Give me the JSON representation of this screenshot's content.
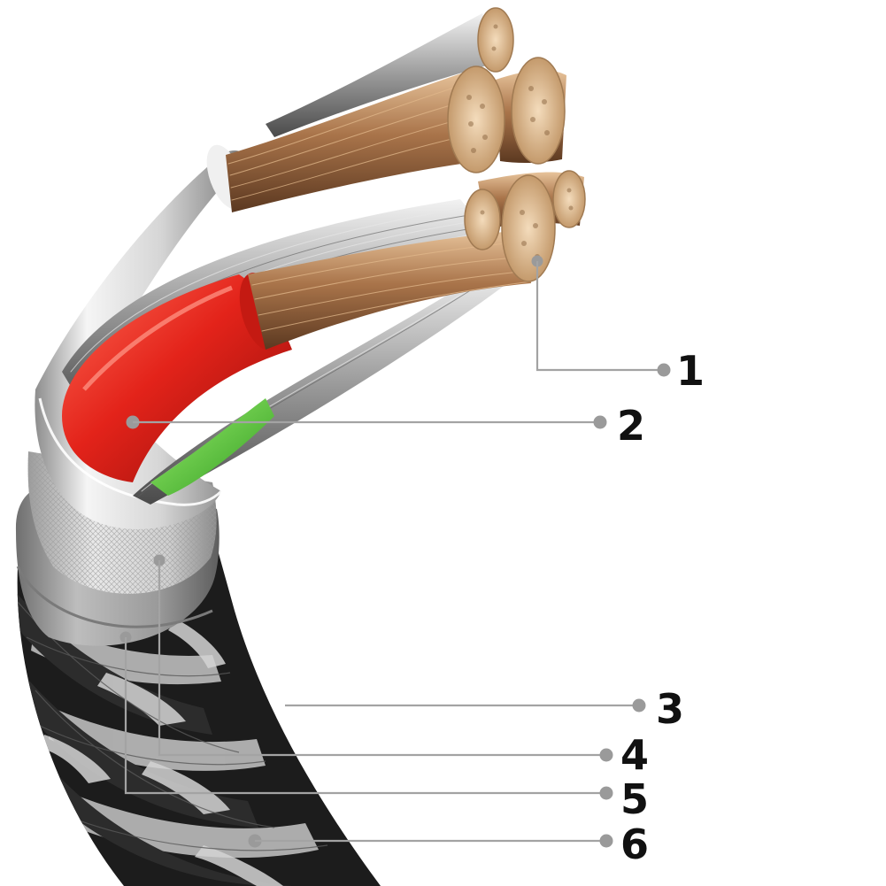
{
  "diagram": {
    "colors": {
      "copper": "#b8865a",
      "copper_dark": "#6e4628",
      "silver": "#b9b9b9",
      "red_insulation": "#e8241c",
      "green_insulation": "#4fc233",
      "braid_black": "#1b1b1b",
      "braid_silver": "#c8c8c8",
      "foil": "#dedede",
      "leader": "#a3a3a3"
    },
    "callouts": [
      {
        "number": "1"
      },
      {
        "number": "2"
      },
      {
        "number": "3"
      },
      {
        "number": "4"
      },
      {
        "number": "5"
      },
      {
        "number": "6"
      }
    ]
  }
}
